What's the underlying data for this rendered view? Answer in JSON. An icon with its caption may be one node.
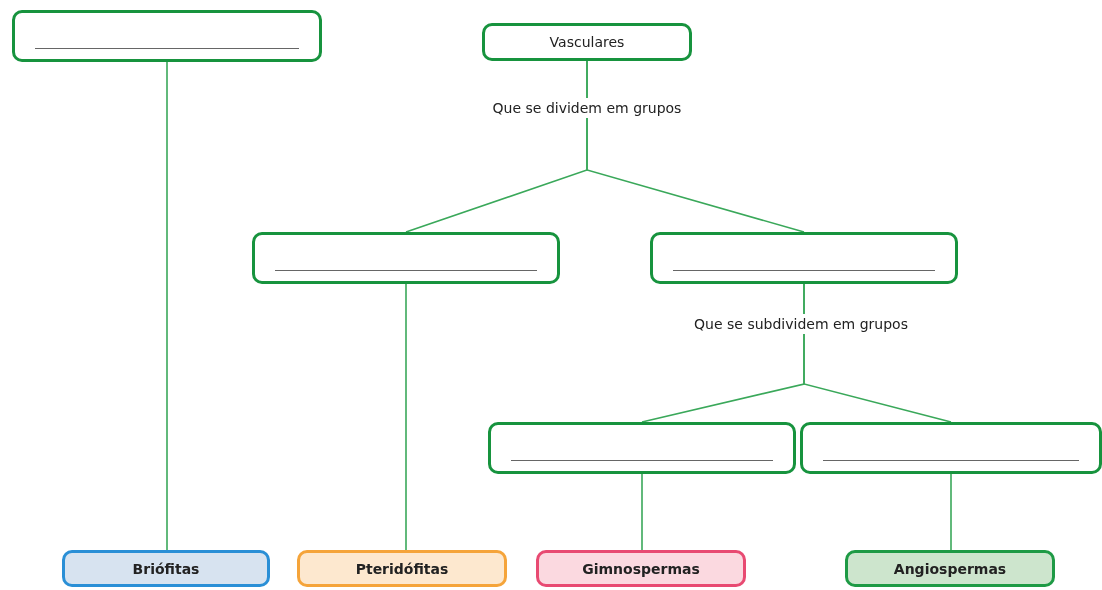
{
  "diagram": {
    "nodes": [
      {
        "text": [],
        "shape": "box"
      },
      {
        "text": [
          "Vasculares"
        ]
      },
      {
        "text": [],
        "shape": "box"
      },
      {
        "text": [],
        "shape": "box"
      },
      {
        "text": [],
        "shape": "box"
      },
      {
        "text": [],
        "shape": "box"
      },
      {
        "text": [
          "Briófitas"
        ]
      },
      {
        "text": [
          "Pteridófitas"
        ]
      },
      {
        "text": [
          "Gimnospermas"
        ]
      },
      {
        "text": [
          "Angiospermas"
        ]
      }
    ],
    "edges": [
      {
        "from": 0,
        "to": 6,
        "arrow": "none"
      },
      {
        "from": 1,
        "to": 2,
        "arrow": "none",
        "label": "Que se dividem em grupos"
      },
      {
        "from": 1,
        "to": 3,
        "arrow": "none"
      },
      {
        "from": 2,
        "to": 7,
        "arrow": "none"
      },
      {
        "from": 3,
        "to": 4,
        "arrow": "none",
        "label": "Que se subdividem em grupos"
      },
      {
        "from": 3,
        "to": 5,
        "arrow": "none"
      },
      {
        "from": 4,
        "to": 8,
        "arrow": "none"
      },
      {
        "from": 5,
        "to": 9,
        "arrow": "none"
      }
    ]
  }
}
